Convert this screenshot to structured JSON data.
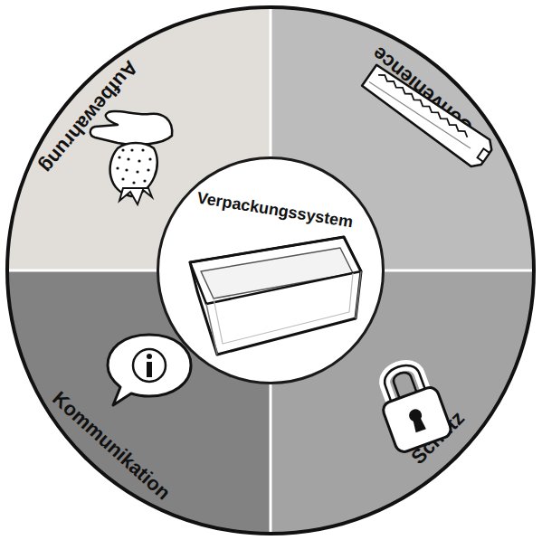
{
  "diagram": {
    "nodes": [
      {
        "text": [
          "Aufbewahrung"
        ]
      },
      {
        "text": [
          "Convenience"
        ]
      },
      {
        "text": [
          "Kommunikation"
        ]
      },
      {
        "text": [
          "Schutz"
        ]
      },
      {
        "text": [
          "Verpackungssystem"
        ]
      }
    ]
  }
}
